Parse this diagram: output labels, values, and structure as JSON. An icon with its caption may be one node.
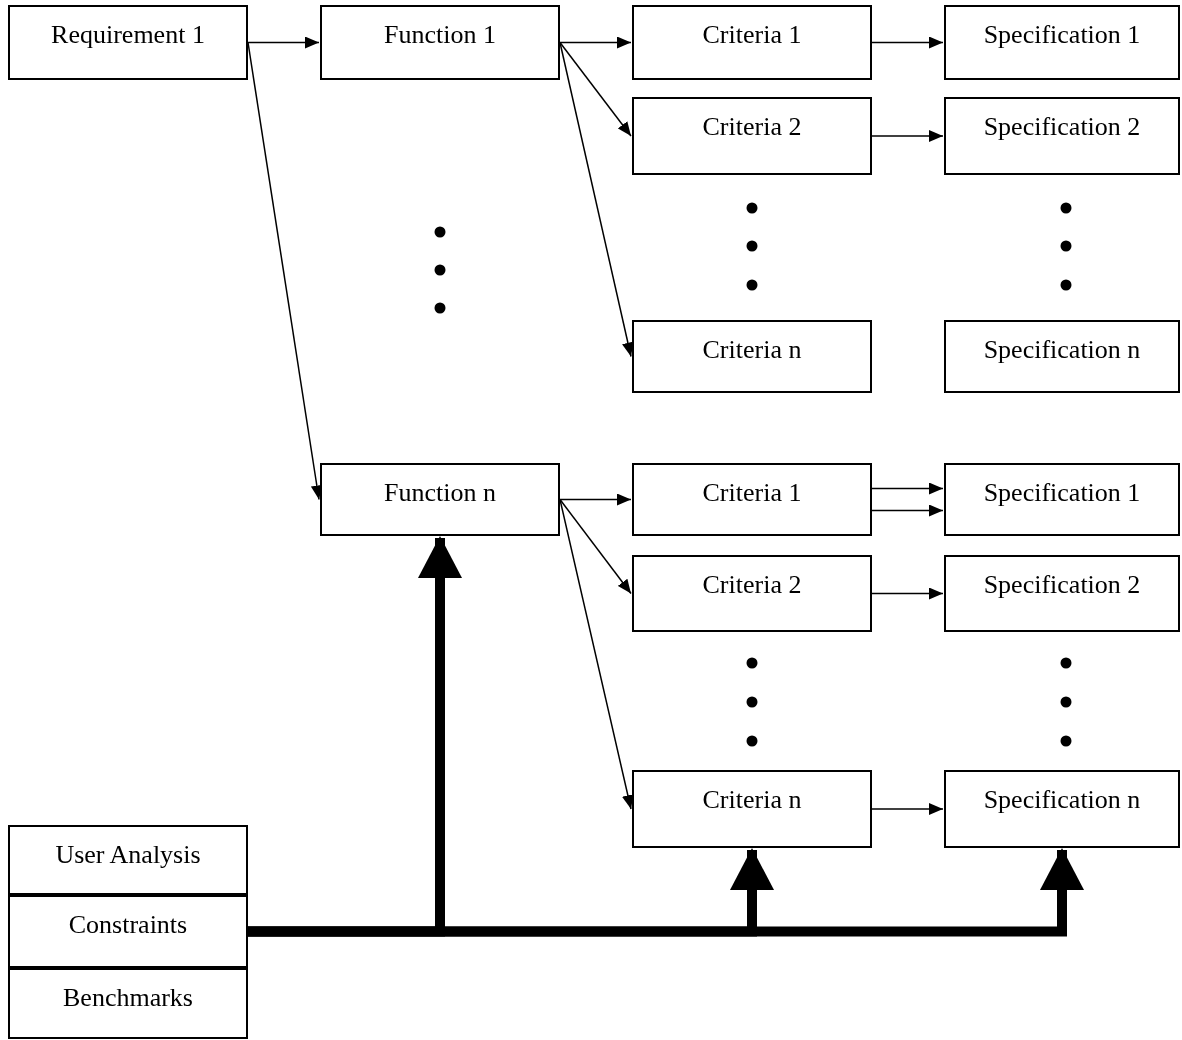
{
  "diagram": {
    "nodes": [
      {
        "text": [
          "Requirement 1"
        ]
      },
      {
        "text": [
          "Function 1"
        ]
      },
      {
        "text": [
          "Criteria 1"
        ]
      },
      {
        "text": [
          "Specification 1"
        ]
      },
      {
        "text": [
          "Criteria 2"
        ]
      },
      {
        "text": [
          "Specification 2"
        ]
      },
      {
        "text": [
          "Criteria n"
        ]
      },
      {
        "text": [
          "Specification n"
        ]
      },
      {
        "text": [
          "Function n"
        ]
      },
      {
        "text": [
          "Criteria 1"
        ]
      },
      {
        "text": [
          "Specification 1"
        ]
      },
      {
        "text": [
          "Criteria 2"
        ]
      },
      {
        "text": [
          "Specification 2"
        ]
      },
      {
        "text": [
          "Criteria n"
        ]
      },
      {
        "text": [
          "Specification n"
        ]
      },
      {
        "text": [
          "User Analysis"
        ]
      },
      {
        "text": [
          "Constraints"
        ]
      },
      {
        "text": [
          "Benchmarks"
        ]
      }
    ],
    "edges": [
      {
        "from": 0,
        "to": 1,
        "arrow": "to"
      },
      {
        "from": 0,
        "to": 8,
        "arrow": "to"
      },
      {
        "from": 1,
        "to": 2,
        "arrow": "to"
      },
      {
        "from": 1,
        "to": 4,
        "arrow": "to"
      },
      {
        "from": 1,
        "to": 6,
        "arrow": "to"
      },
      {
        "from": 2,
        "to": 3,
        "arrow": "to"
      },
      {
        "from": 4,
        "to": 5,
        "arrow": "to"
      },
      {
        "from": 8,
        "to": 9,
        "arrow": "to"
      },
      {
        "from": 8,
        "to": 11,
        "arrow": "to"
      },
      {
        "from": 8,
        "to": 13,
        "arrow": "to"
      },
      {
        "from": 9,
        "to": 10,
        "arrow": "to"
      },
      {
        "from": 9,
        "to": 10,
        "arrow": "to"
      },
      {
        "from": 11,
        "to": 12,
        "arrow": "to"
      },
      {
        "from": 13,
        "to": 14,
        "arrow": "to"
      },
      {
        "from": 16,
        "to": 8,
        "arrow": "to",
        "style": "thick"
      },
      {
        "from": 16,
        "to": 13,
        "arrow": "to",
        "style": "thick"
      },
      {
        "from": 16,
        "to": 14,
        "arrow": "to",
        "style": "thick"
      }
    ]
  }
}
